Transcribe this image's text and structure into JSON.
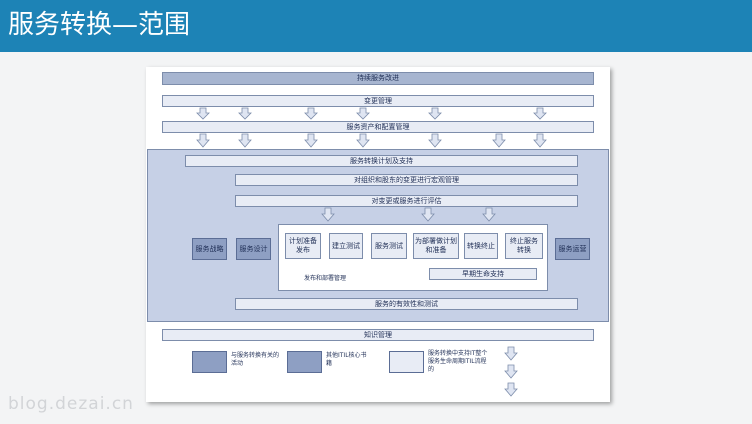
{
  "header": {
    "title": "服务转换—范围"
  },
  "diagram": {
    "top_bars": {
      "continual_improvement": "持续服务改进",
      "change_management": "变更管理",
      "sacm": "服务资产和配置管理"
    },
    "panel": {
      "planning": "服务转换计划及支持",
      "org_change": "对组织和股东的变更进行宏观管理",
      "evaluation": "对变更或服务进行评估",
      "validation": "服务的有效性和测试",
      "left_boxes": [
        "服务战略",
        "服务设计"
      ],
      "right_box": "服务运营",
      "inner_boxes": [
        "计划准备发布",
        "建立测试",
        "服务测试",
        "为部署做计划和准备",
        "转换终止",
        "终止服务转换"
      ],
      "deploy_label": "发布和部署管理",
      "elsa": "早期生命支持"
    },
    "knowledge": "知识管理",
    "legend": [
      {
        "text": "与服务转换有关的活动",
        "color": "#8e9fc3"
      },
      {
        "text": "其他ITIL核心书籍",
        "color": "#8e9fc3"
      },
      {
        "text": "服务转换中支持IT整个服务生命周期ITIL流程的",
        "color": "#e8ecf5"
      }
    ]
  },
  "watermark": "blog.dezai.cn"
}
